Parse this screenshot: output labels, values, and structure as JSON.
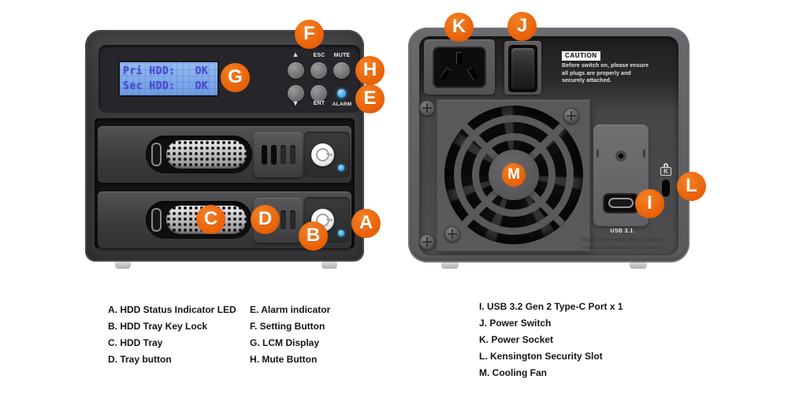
{
  "front": {
    "lcd": {
      "line1": "Pri HDD:   OK",
      "line2": "Sec HDD:   OK"
    },
    "buttons": {
      "up": "▲",
      "esc": "ESC",
      "mute": "MUTE",
      "down": "▼",
      "ent": "ENT",
      "alarm": "ALARM"
    }
  },
  "back": {
    "caution": {
      "title": "CAUTION",
      "lines": [
        "Before switch on, please ensure",
        "all plugs are properly and",
        "securely attached."
      ]
    },
    "usb": {
      "label": "USB 3.1",
      "note_lines": [
        "Please ensure each plug is properly",
        "connected before turing on power."
      ]
    },
    "kensington_mark": "K"
  },
  "callouts": [
    "A",
    "B",
    "C",
    "D",
    "E",
    "F",
    "G",
    "H",
    "I",
    "J",
    "K",
    "L",
    "M"
  ],
  "legend": {
    "col1": [
      "A. HDD Status Indicator LED",
      "B. HDD Tray Key Lock",
      "C. HDD Tray",
      "D. Tray button"
    ],
    "col2": [
      "E. Alarm indicator",
      "F. Setting Button",
      "G. LCM Display",
      "H. Mute Button"
    ],
    "col3": [
      "I. USB 3.2 Gen 2 Type-C Port x 1",
      "J. Power Switch",
      "K. Power Socket",
      "L. Kensington Security Slot",
      "M. Cooling Fan"
    ]
  },
  "colors": {
    "accent_orange": "#ea650d",
    "lcd_bg": "#7fa9e6",
    "lcd_text": "#4b4bd2",
    "led_blue": "#45b4f2"
  }
}
